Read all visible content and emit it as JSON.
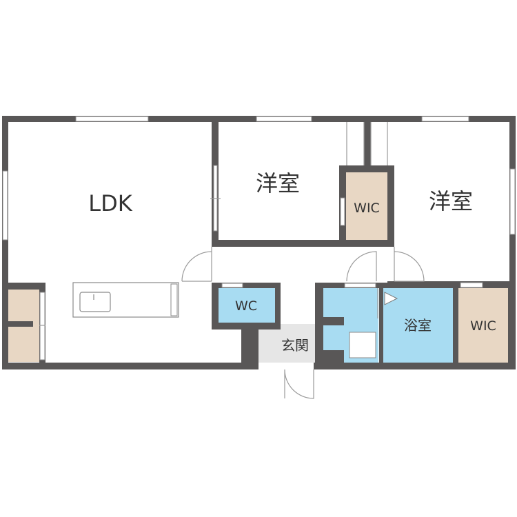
{
  "rooms": {
    "ldk": "LDK",
    "western_room_1": "洋室",
    "western_room_2": "洋室",
    "wic_1": "WIC",
    "wic_2": "WIC",
    "wc": "WC",
    "entrance": "玄関",
    "bathroom": "浴室"
  },
  "colors": {
    "wall": "#595757",
    "storage": "#e8d7c4",
    "wet_area": "#a8dcf2",
    "entrance_floor": "#e6e6e6",
    "door_line": "#9a9a9a"
  }
}
